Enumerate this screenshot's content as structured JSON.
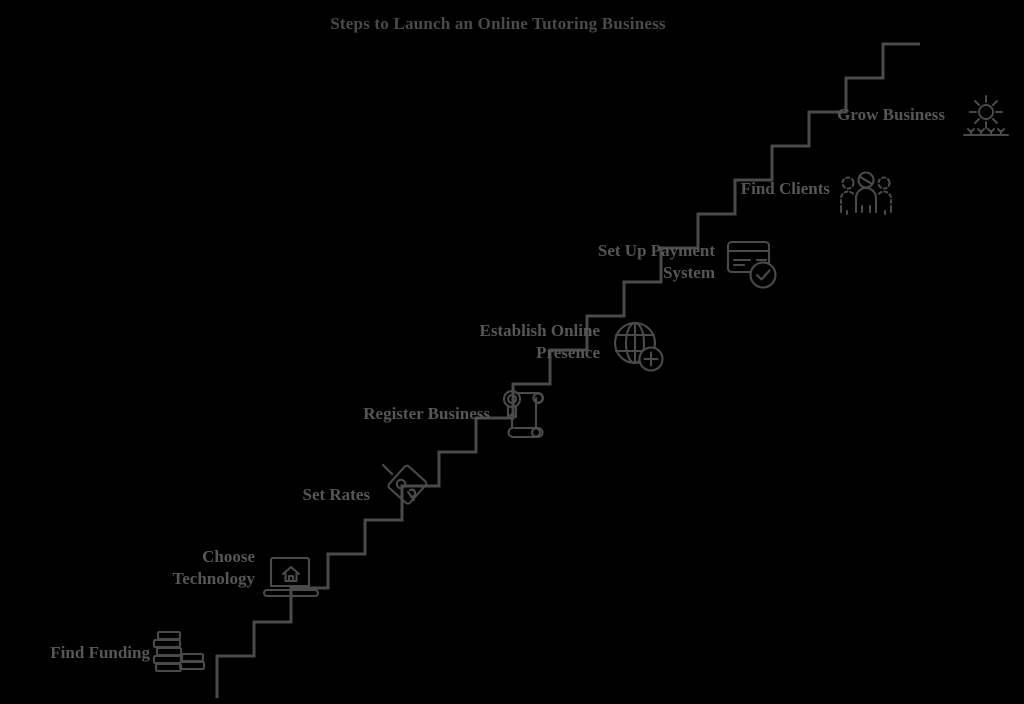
{
  "chart_data": {
    "type": "diagram",
    "subtype": "ascending-staircase-step-chart",
    "title": "Steps to Launch an Online Tutoring Business",
    "xlabel": "",
    "ylabel": "",
    "grid": false,
    "legend": "none",
    "background_color": "#000000",
    "line_color": "#4a4a4a",
    "text_color": "#565656",
    "step_count": 8,
    "direction": "ascending left-to-right",
    "categories": [
      "Find Funding",
      "Choose Technology",
      "Set Rates",
      "Register Business",
      "Establish Online Presence",
      "Set Up Payment System",
      "Find Clients",
      "Grow Business"
    ],
    "values": [
      1,
      2,
      3,
      4,
      5,
      6,
      7,
      8
    ],
    "steps": [
      {
        "order": 1,
        "label": "Find Funding",
        "icon": "coin-stacks-icon"
      },
      {
        "order": 2,
        "label": "Choose\nTechnology",
        "icon": "laptop-home-icon"
      },
      {
        "order": 3,
        "label": "Set Rates",
        "icon": "price-tag-icon"
      },
      {
        "order": 4,
        "label": "Register Business",
        "icon": "certificate-scroll-icon"
      },
      {
        "order": 5,
        "label": "Establish Online\nPresence",
        "icon": "globe-plus-icon"
      },
      {
        "order": 6,
        "label": "Set Up Payment\nSystem",
        "icon": "credit-card-check-icon"
      },
      {
        "order": 7,
        "label": "Find Clients",
        "icon": "group-people-icon"
      },
      {
        "order": 8,
        "label": "Grow Business",
        "icon": "sun-sprouts-icon"
      }
    ]
  },
  "title": {
    "text": "Steps to Launch an Online Tutoring Business"
  },
  "steps": [
    {
      "label": "Find Funding",
      "icon_name": "coin-stacks-icon"
    },
    {
      "label": "Choose\nTechnology",
      "icon_name": "laptop-home-icon"
    },
    {
      "label": "Set Rates",
      "icon_name": "price-tag-icon"
    },
    {
      "label": "Register Business",
      "icon_name": "certificate-scroll-icon"
    },
    {
      "label": "Establish Online\nPresence",
      "icon_name": "globe-plus-icon"
    },
    {
      "label": "Set Up Payment\nSystem",
      "icon_name": "credit-card-check-icon"
    },
    {
      "label": "Find Clients",
      "icon_name": "group-people-icon"
    },
    {
      "label": "Grow Business",
      "icon_name": "sun-sprouts-icon"
    }
  ]
}
